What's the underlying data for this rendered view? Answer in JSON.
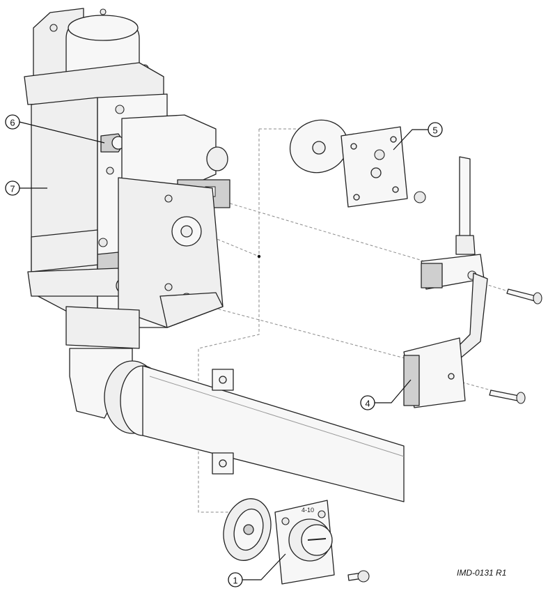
{
  "callouts": [
    {
      "id": "1",
      "label": "1"
    },
    {
      "id": "4",
      "label": "4"
    },
    {
      "id": "5",
      "label": "5"
    },
    {
      "id": "6",
      "label": "6"
    },
    {
      "id": "7",
      "label": "7"
    }
  ],
  "drawing_ref": "IMD-0131 R1",
  "dial_marking": "4-10"
}
